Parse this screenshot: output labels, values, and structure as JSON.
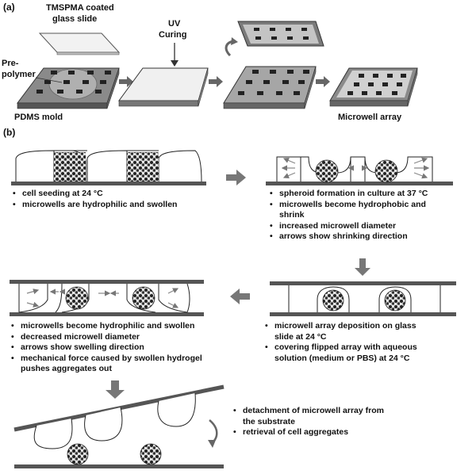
{
  "panel_a": {
    "label": "(a)",
    "tmspma_line1": "TMSPMA coated",
    "tmspma_line2": "glass slide",
    "prepolymer_line1": "Pre-",
    "prepolymer_line2": "polymer",
    "pdms": "PDMS mold",
    "uv_line1": "UV",
    "uv_line2": "Curing",
    "array": "Microwell array"
  },
  "panel_b": {
    "label": "(b)",
    "step1": [
      "cell seeding at 24 °C",
      "microwells are hydrophilic and swollen"
    ],
    "step2": [
      "spheroid formation in culture at 37 °C",
      "microwells become hydrophobic and",
      "shrink",
      "increased microwell diameter",
      "arrows show shrinking direction"
    ],
    "step3": [
      "microwell array deposition on glass",
      "slide at 24 °C",
      "covering flipped array with aqueous",
      "solution (medium or PBS) at 24 °C"
    ],
    "step4": [
      "microwells become hydrophilic and swollen",
      "decreased microwell diameter",
      "arrows show swelling direction",
      "mechanical force caused by swollen hydrogel",
      "pushes aggregates out"
    ],
    "step5": [
      "detachment of microwell array from",
      "the substrate",
      "retrieval of cell aggregates"
    ]
  }
}
